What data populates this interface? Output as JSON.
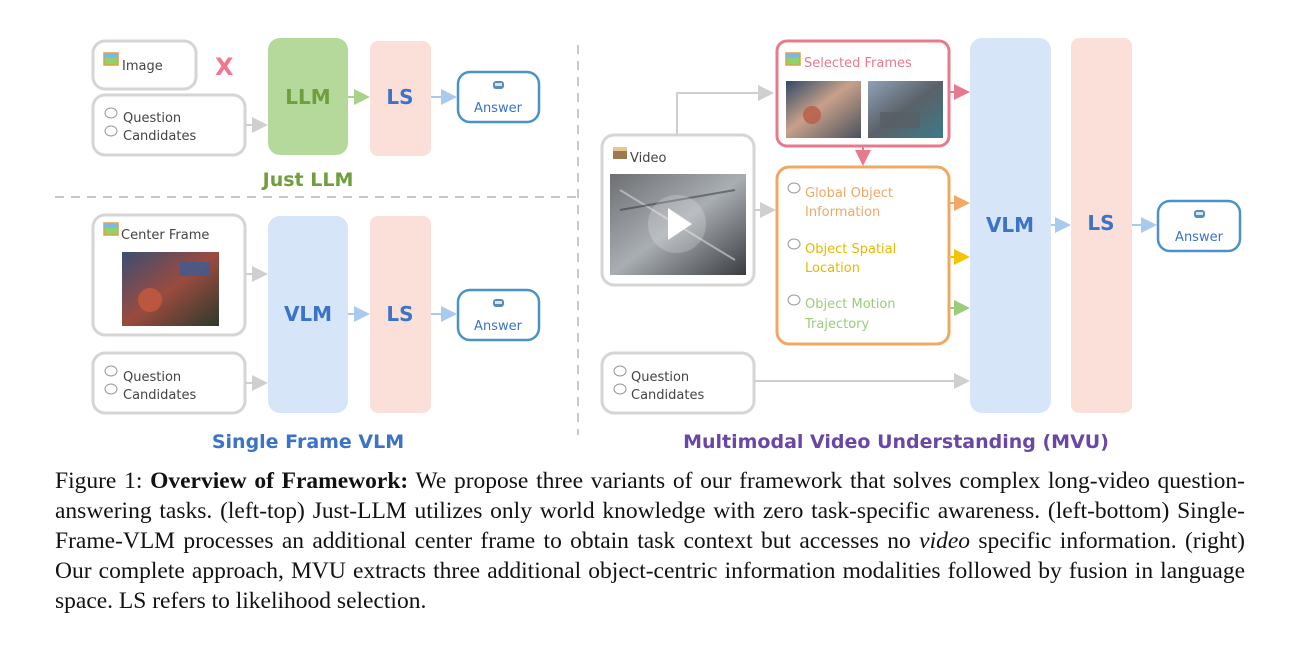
{
  "panels": {
    "just_llm": {
      "title": "Just LLM",
      "image_label": "Image",
      "question_label": "Question",
      "candidates_label": "Candidates",
      "model_label": "LLM",
      "ls_label": "LS",
      "answer_label": "Answer",
      "reject_mark": "X"
    },
    "single_frame": {
      "title": "Single Frame VLM",
      "frame_label": "Center Frame",
      "question_label": "Question",
      "candidates_label": "Candidates",
      "model_label": "VLM",
      "ls_label": "LS",
      "answer_label": "Answer"
    },
    "mvu": {
      "title": "Multimodal Video Understanding (MVU)",
      "video_label": "Video",
      "selected_frames_label": "Selected Frames",
      "global_line1": "Global Object",
      "global_line2": "Information",
      "spatial_line1": "Object Spatial",
      "spatial_line2": "Location",
      "motion_line1": "Object Motion",
      "motion_line2": "Trajectory",
      "question_label": "Question",
      "candidates_label": "Candidates",
      "model_label": "VLM",
      "ls_label": "LS",
      "answer_label": "Answer"
    }
  },
  "colors": {
    "llm_green": "#6e9f3c",
    "vlm_blue": "#3b73c8",
    "mvu_purple": "#6a47a6",
    "answer_border": "#4a93c9",
    "selected_pink": "#e8798f",
    "info_orange": "#f0a863",
    "spatial_yellow": "#e9b800",
    "motion_green": "#9ccb7c"
  },
  "caption": {
    "label": "Figure 1: ",
    "bold": "Overview of Framework:",
    "text1": " We propose three variants of our framework that solves complex long-video question-answering tasks. (left-top) Just-LLM utilizes only world knowledge with zero task-specific awareness. (left-bottom) Single-Frame-VLM processes an additional center frame to obtain task context but accesses no ",
    "italic": "video",
    "text2": " specific information. (right) Our complete approach, MVU extracts three additional object-centric information modalities followed by fusion in language space. LS refers to likelihood selection."
  }
}
